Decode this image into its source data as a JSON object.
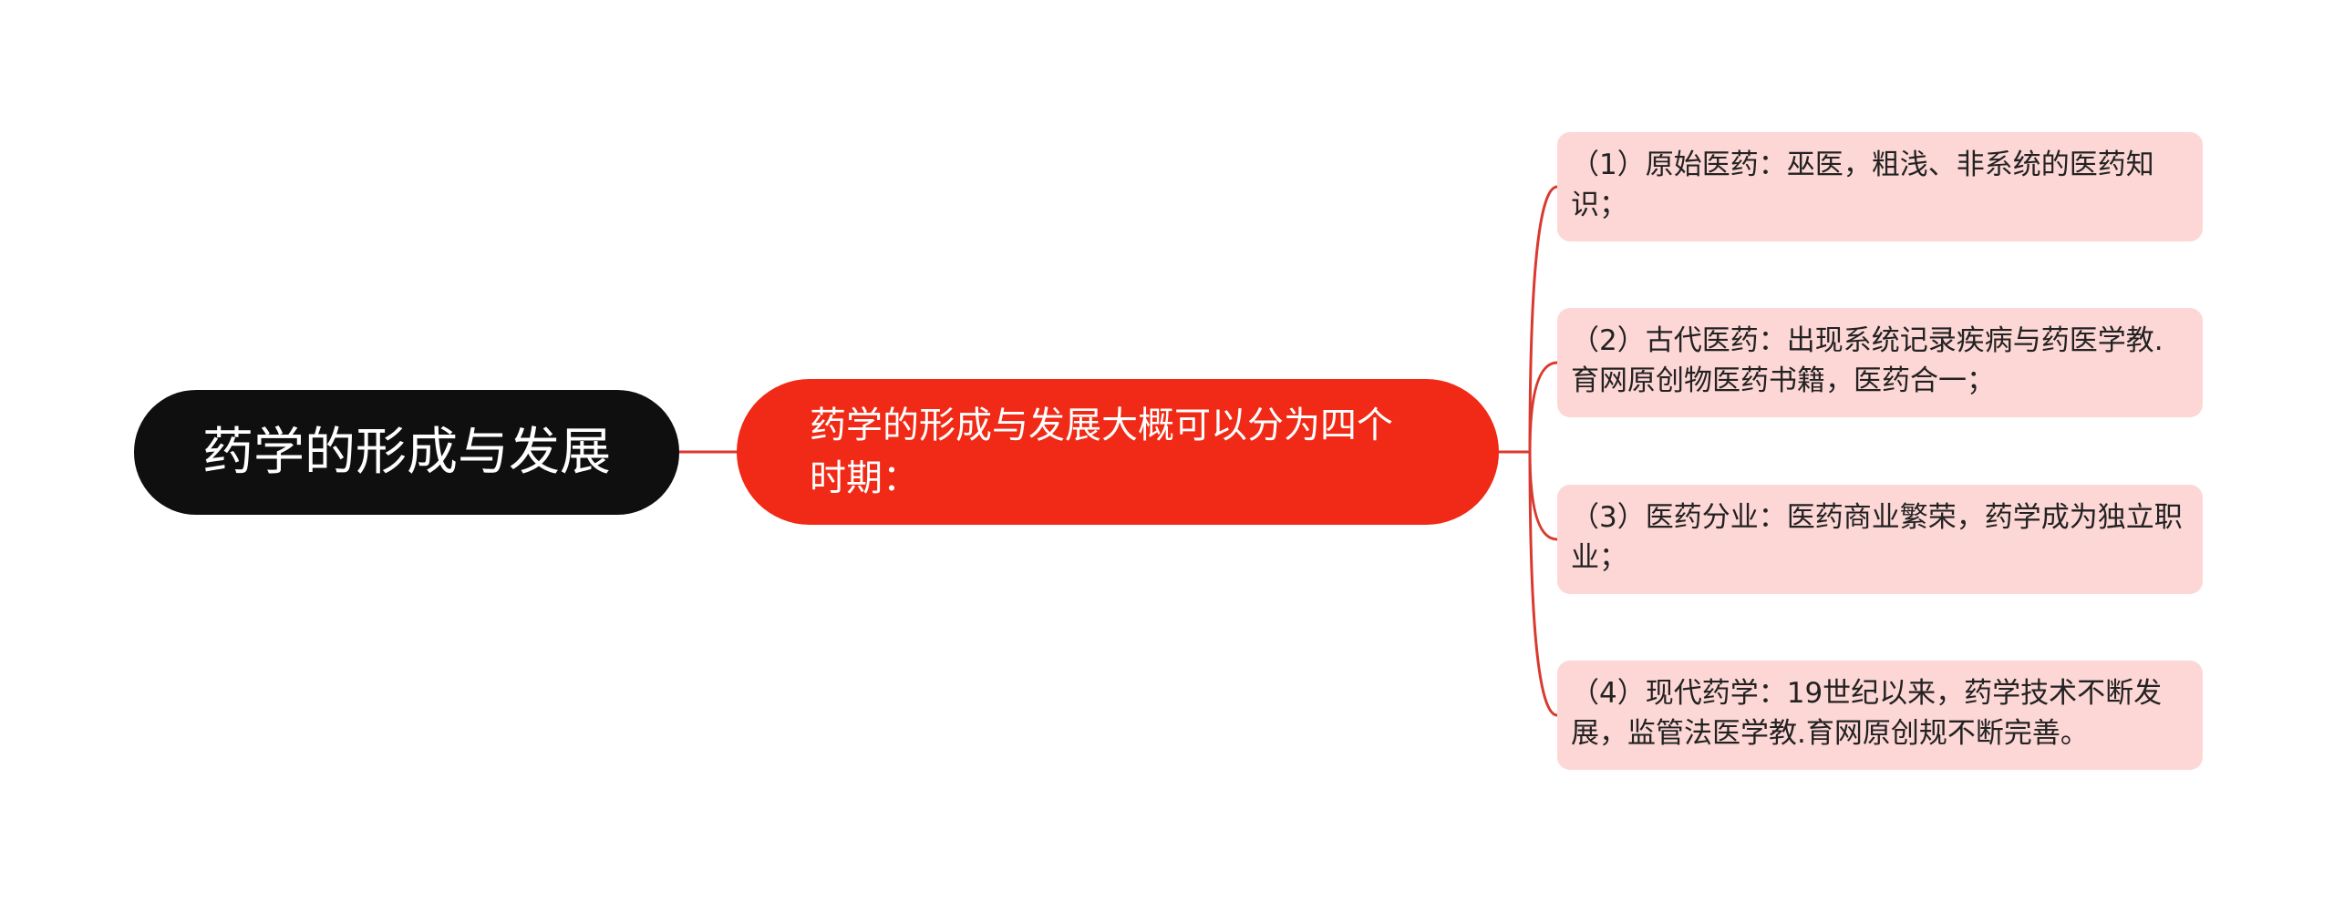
{
  "mindmap": {
    "root": {
      "label": "药学的形成与发展"
    },
    "main": {
      "label": "药学的形成与发展大概可以分为四个时期："
    },
    "periods": [
      {
        "label": "（1）原始医药：巫医，粗浅、非系统的医药知识；"
      },
      {
        "label": "（2）古代医药：出现系统记录疾病与药医学教.育网原创物医药书籍，医药合一；"
      },
      {
        "label": "（3）医药分业：医药商业繁荣，药学成为独立职业；"
      },
      {
        "label": "（4）现代药学：19世纪以来，药学技术不断发展，监管法医学教.育网原创规不断完善。"
      }
    ]
  },
  "colors": {
    "root_fill": "#0f0f0f",
    "main_fill": "#f02a16",
    "leaf_fill": "#fdd7d5",
    "connector": "#d93a30"
  }
}
